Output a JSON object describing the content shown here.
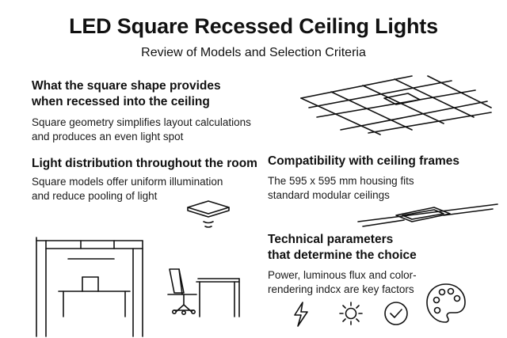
{
  "header": {
    "title": "LED Square Recessed Ceiling Lights",
    "subtitle": "Review of Models and Selection Criteria"
  },
  "sections": [
    {
      "heading": "What the square shape provides\nwhen recessed into the ceiling",
      "body": "Square geometry simplifies layout calculations\nand produces an even light spot"
    },
    {
      "heading": "Light distribution throughout the room",
      "body": "Square models offer uniform illumination\nand reduce pooling of light"
    },
    {
      "heading": "Compatibility with ceiling frames",
      "body": "The 595 x 595 mm housing fits\nstandard modular ceilings"
    },
    {
      "heading": "Technical parameters\nthat determine the choice",
      "body": "Power, luminous flux and color-\nrendering indcx are key factors"
    }
  ],
  "icons": {
    "ceiling_grid": "ceiling-grid-illustration",
    "panel_light": "ceiling-light-icon",
    "frame_panel": "ceiling-frame-panel-illustration",
    "office": "office-room-illustration",
    "power": "lightning-icon",
    "flux": "sun-icon",
    "quality": "checkmark-circle-icon",
    "color": "color-palette-icon"
  }
}
